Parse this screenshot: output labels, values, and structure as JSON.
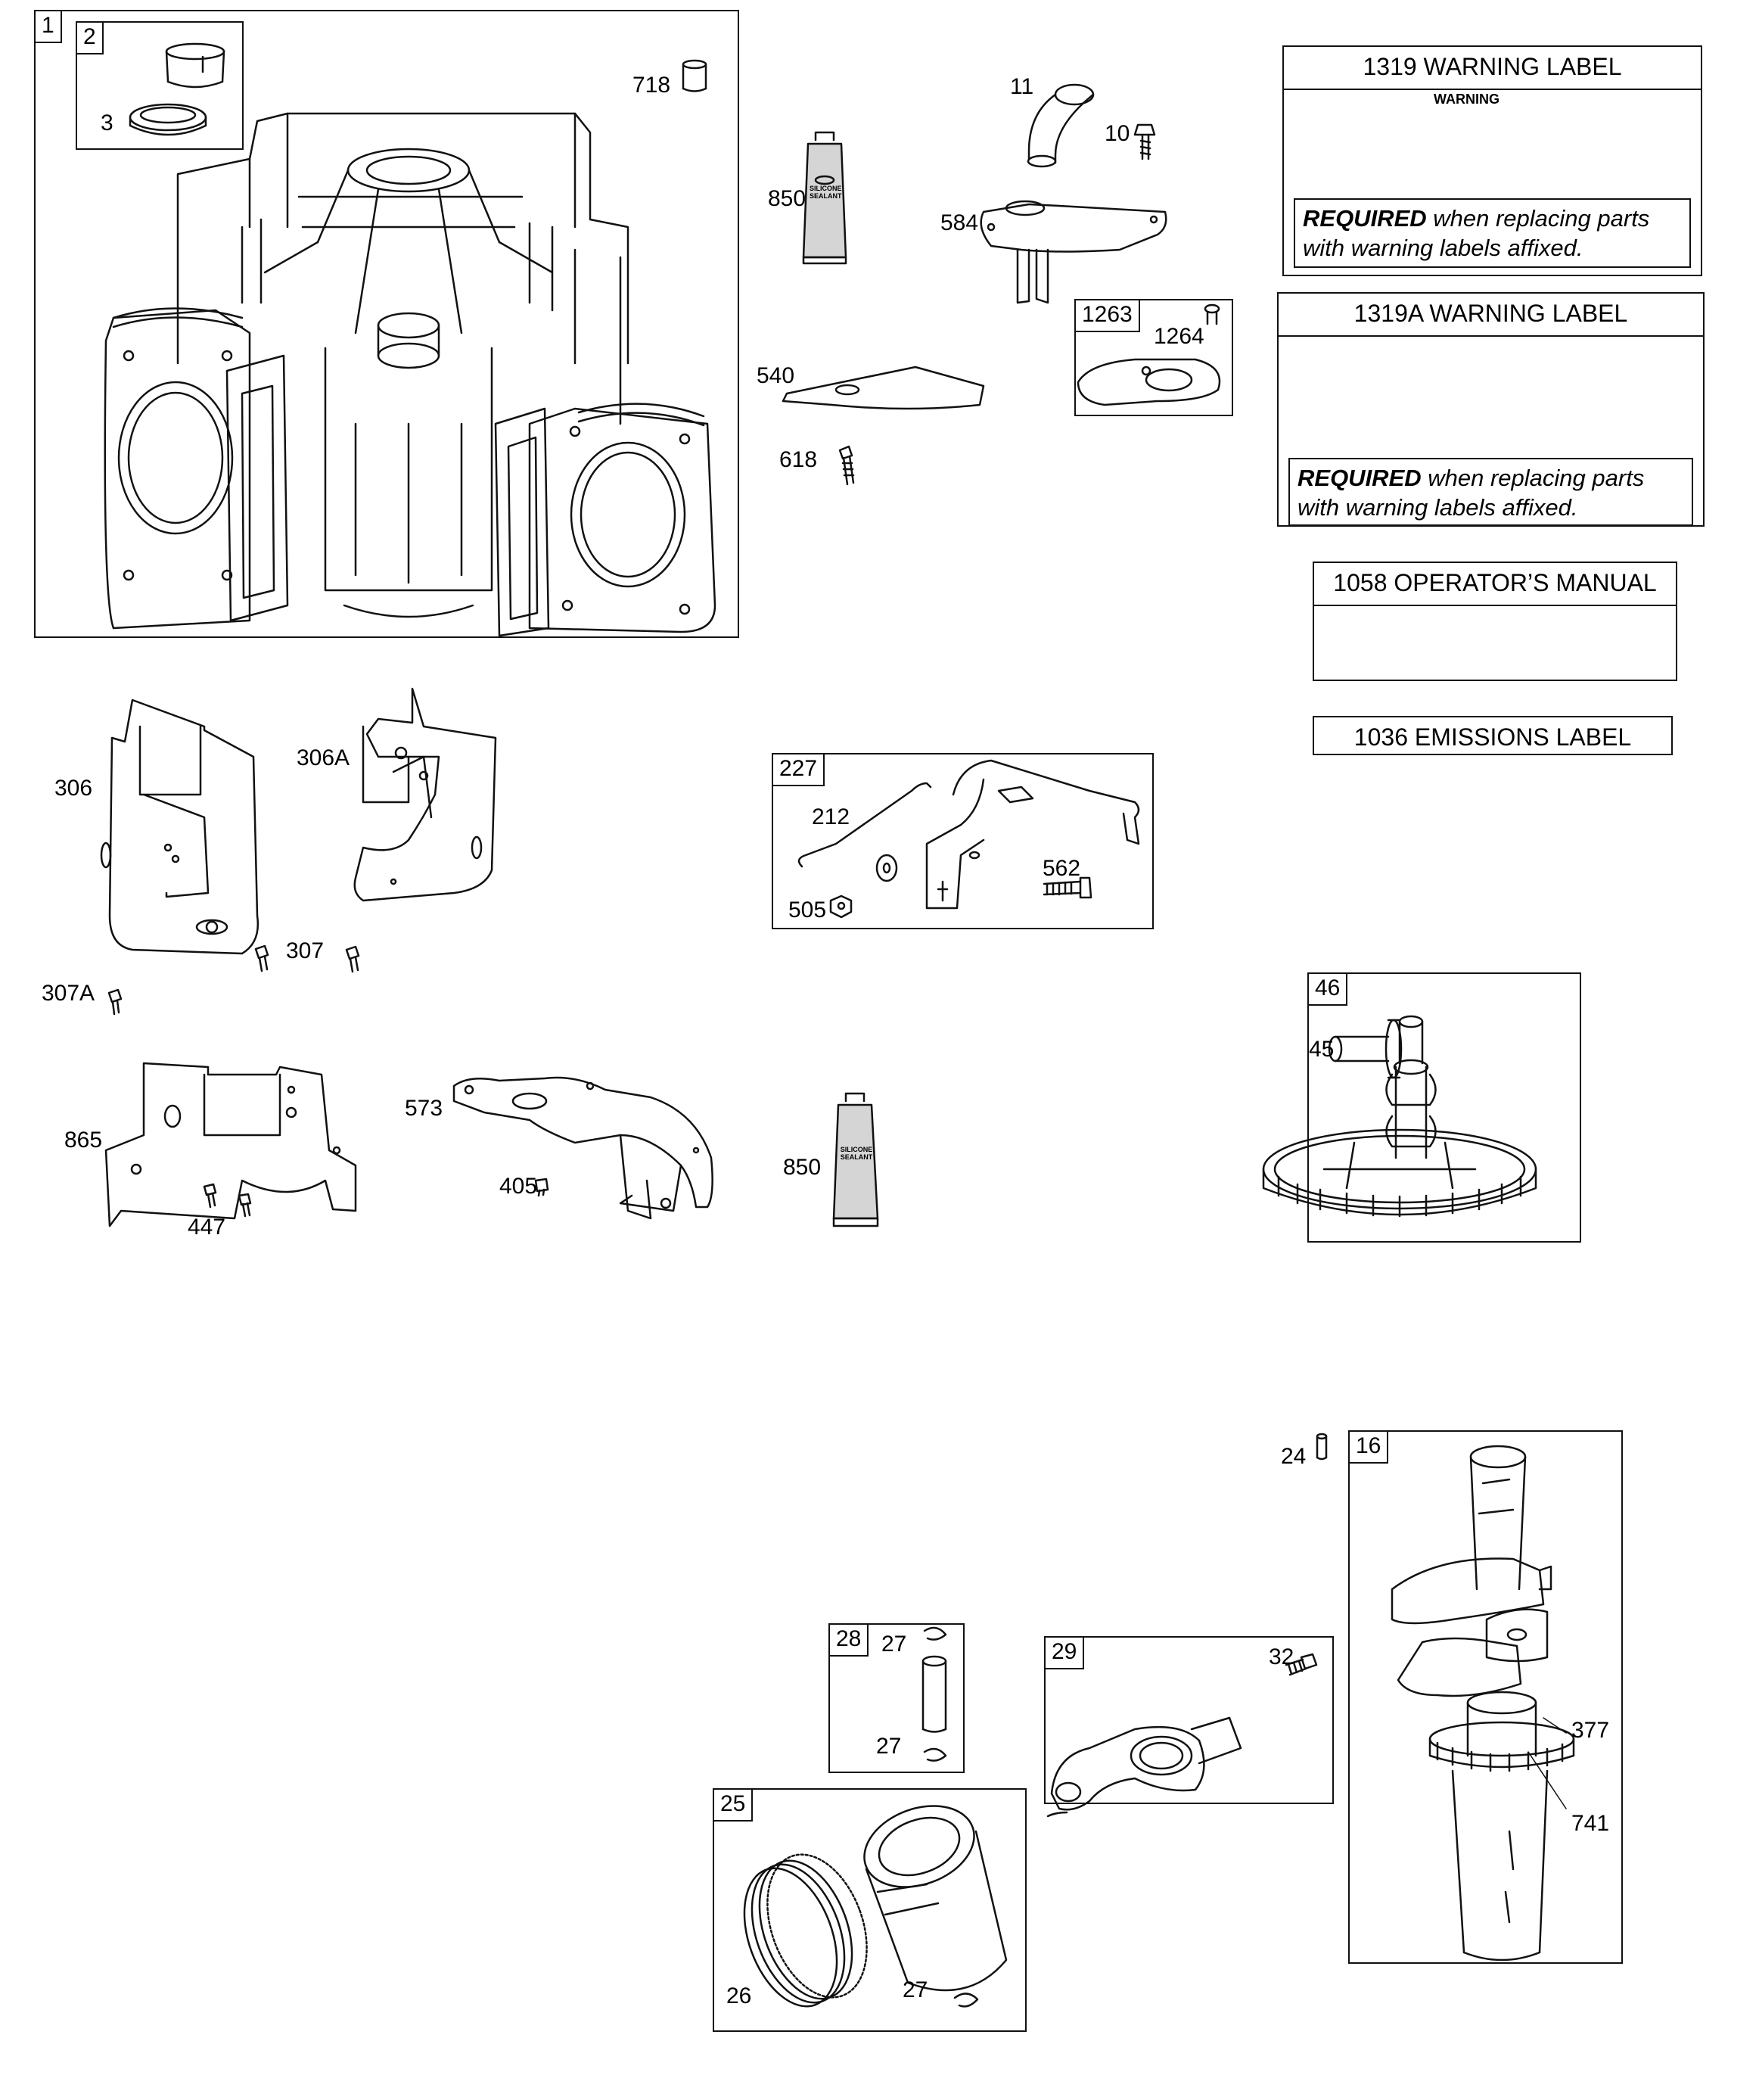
{
  "labels": {
    "l1": "1",
    "l2": "2",
    "l3": "3",
    "l718": "718",
    "l11": "11",
    "l10": "10",
    "l850a": "850",
    "l584": "584",
    "l540": "540",
    "l618": "618",
    "l1263": "1263",
    "l1264": "1264",
    "l306": "306",
    "l306A": "306A",
    "l307": "307",
    "l307A": "307A",
    "l227": "227",
    "l212": "212",
    "l562": "562",
    "l505": "505",
    "l865": "865",
    "l447": "447",
    "l573": "573",
    "l405": "405",
    "l850b": "850",
    "l46": "46",
    "l45": "45",
    "l24": "24",
    "l16": "16",
    "l377": "377",
    "l741": "741",
    "l28": "28",
    "l27a": "27",
    "l27b": "27",
    "l29": "29",
    "l32": "32",
    "l25": "25",
    "l26": "26",
    "l27c": "27"
  },
  "warning_1319": {
    "title": "1319 WARNING LABEL",
    "badge": "WARNING",
    "required_bold": "REQUIRED",
    "required_line1": " when replacing parts",
    "required_line2": "with warning labels affixed."
  },
  "warning_1319A": {
    "title": "1319A WARNING LABEL",
    "required_bold": "REQUIRED",
    "required_line1": " when replacing parts",
    "required_line2": "with warning labels affixed."
  },
  "manual_1058": {
    "title": "1058 OPERATOR’S MANUAL"
  },
  "emissions_1036": {
    "title": "1036 EMISSIONS LABEL"
  },
  "sealant_tube": {
    "line1": "SILICONE",
    "line2": "SEALANT"
  }
}
